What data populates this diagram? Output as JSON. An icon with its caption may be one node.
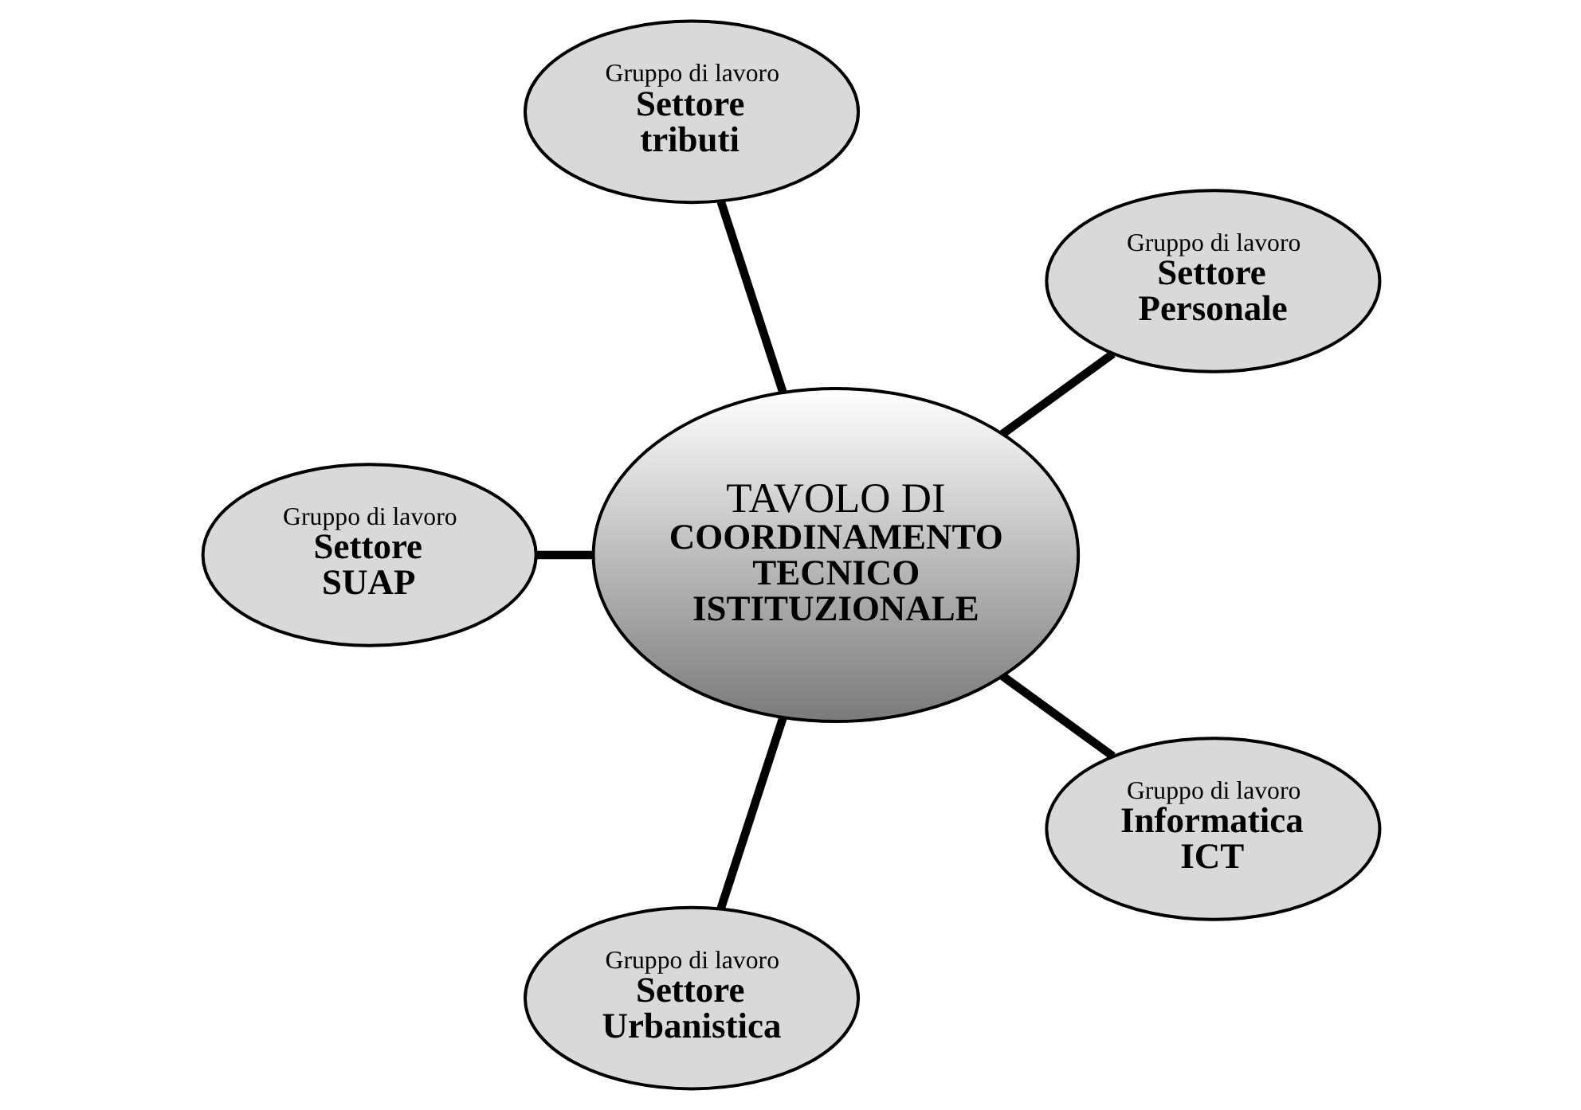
{
  "diagram": {
    "nodes": [
      {
        "text": [
          "Gruppo di lavoro",
          "Settore Personale"
        ]
      },
      {
        "text": [
          "Gruppo di lavoro",
          "Settore tributi"
        ]
      },
      {
        "text": [
          "Gruppo di lavoro",
          "Settore SUAP"
        ]
      },
      {
        "text": [
          "TAVOLO DI",
          "COORDINAMENTO TECNICO ISTITUZIONALE"
        ]
      },
      {
        "text": [
          "Gruppo di lavoro",
          "Settore Urbanistica"
        ]
      },
      {
        "text": [
          "Gruppo di lavoro",
          "Informatica ICT"
        ]
      }
    ],
    "edges": [
      {
        "from": 3,
        "to": 0,
        "arrow": "none"
      },
      {
        "from": 3,
        "to": 1,
        "arrow": "none"
      },
      {
        "from": 3,
        "to": 2,
        "arrow": "none"
      },
      {
        "from": 3,
        "to": 4,
        "arrow": "none"
      },
      {
        "from": 3,
        "to": 5,
        "arrow": "none"
      }
    ]
  }
}
